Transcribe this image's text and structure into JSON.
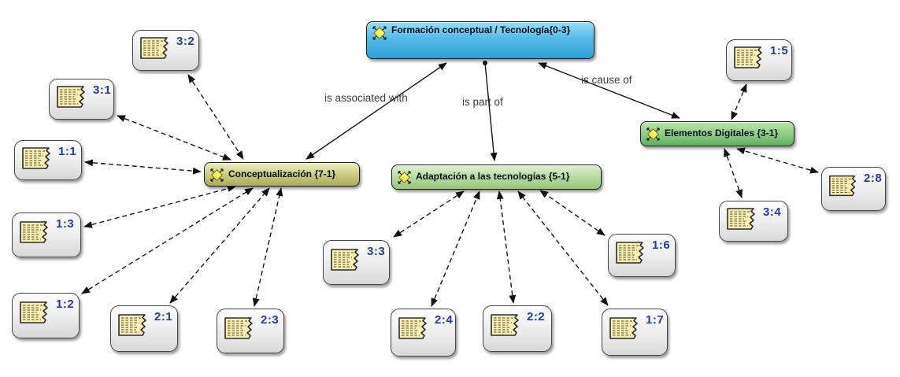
{
  "diagram_type": "concept-network",
  "colors": {
    "code_blue": "#45b0e2",
    "code_olive": "#c6c77c",
    "code_light_green": "#b6d99e",
    "code_green": "#8ccb81",
    "quote_fill": "#ececec",
    "quote_label_text": "#21409a",
    "edge": "#161616",
    "edge_label_text": "#3d3d3d",
    "icon_yellow": "#fbefb4"
  },
  "code_nodes": [
    {
      "label": "Formación conceptual / Tecnología{0-3}",
      "color": "blue"
    },
    {
      "label": "Conceptualización {7-1}",
      "color": "olive"
    },
    {
      "label": "Adaptación a las tecnologías {5-1}",
      "color": "light-green"
    },
    {
      "label": "Elementos Digitales {3-1}",
      "color": "green"
    }
  ],
  "quotation_nodes": [
    {
      "label": "3:2"
    },
    {
      "label": "3:1"
    },
    {
      "label": "1:1"
    },
    {
      "label": "1:3"
    },
    {
      "label": "1:2"
    },
    {
      "label": "2:1"
    },
    {
      "label": "2:3"
    },
    {
      "label": "3:3"
    },
    {
      "label": "2:4"
    },
    {
      "label": "2:2"
    },
    {
      "label": "1:6"
    },
    {
      "label": "1:7"
    },
    {
      "label": "1:5"
    },
    {
      "label": "2:8"
    },
    {
      "label": "3:4"
    }
  ],
  "relations": [
    {
      "label": "is associated with",
      "from": "Conceptualización {7-1}",
      "to": "Formación conceptual / Tecnología{0-3}",
      "style": "solid-double-arrow"
    },
    {
      "label": "is part of",
      "from": "Formación conceptual / Tecnología{0-3}",
      "to": "Adaptación a las tecnologías {5-1}",
      "style": "solid-single-arrow"
    },
    {
      "label": "is cause of",
      "from": "Formación conceptual / Tecnología{0-3}",
      "to": "Elementos Digitales {3-1}",
      "style": "solid-double-arrow"
    }
  ],
  "quotation_links": {
    "Conceptualización {7-1}": [
      "3:2",
      "3:1",
      "1:1",
      "1:3",
      "1:2",
      "2:1",
      "2:3"
    ],
    "Adaptación a las tecnologías {5-1}": [
      "3:3",
      "2:4",
      "2:2",
      "1:7",
      "1:6"
    ],
    "Elementos Digitales {3-1}": [
      "1:5",
      "3:4",
      "2:8"
    ]
  }
}
